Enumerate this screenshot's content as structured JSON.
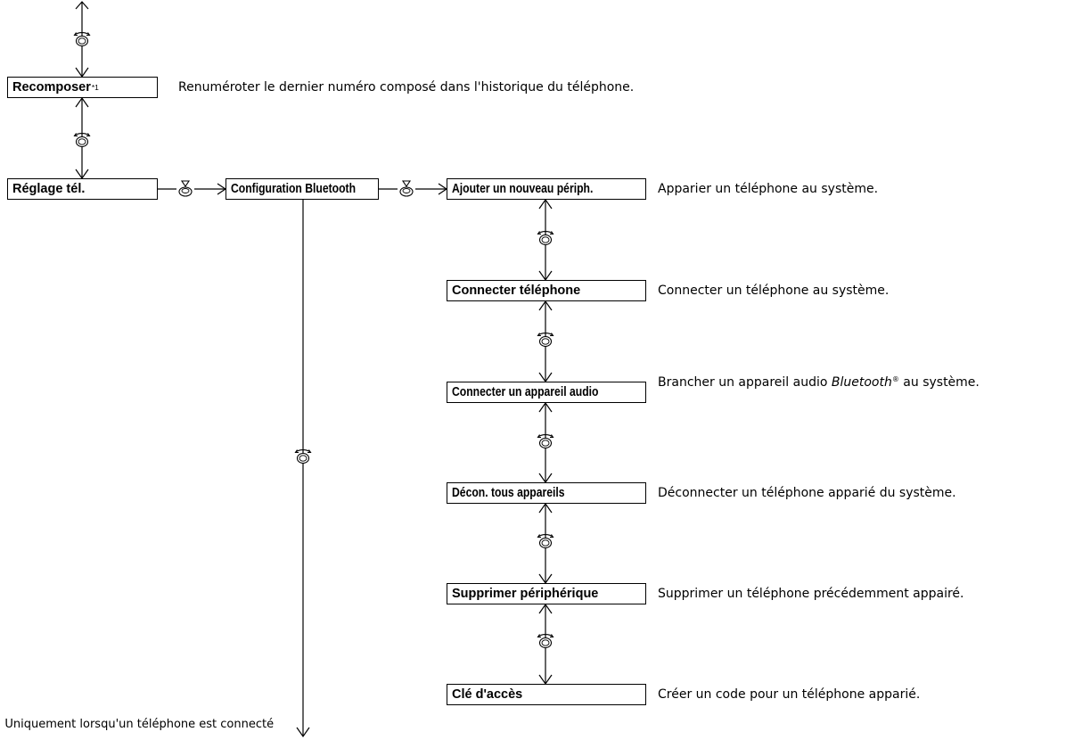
{
  "menu": {
    "recomposer": {
      "label": "Recomposer",
      "footnote_marker": "*1",
      "description": "Renuméroter le dernier numéro composé dans l'historique du téléphone."
    },
    "reglage_tel": {
      "label": "Réglage tél."
    },
    "config_bluetooth": {
      "label": "Configuration Bluetooth"
    },
    "ajouter": {
      "label": "Ajouter un nouveau périph.",
      "description": "Apparier un téléphone au système."
    },
    "connecter_tel": {
      "label": "Connecter téléphone",
      "description": "Connecter un téléphone au système."
    },
    "connecter_audio": {
      "label": "Connecter un appareil audio",
      "description_pre": "Brancher un appareil audio ",
      "description_italic": "Bluetooth",
      "description_reg": "®",
      "description_post": " au système."
    },
    "decon": {
      "label": "Décon. tous appareils",
      "description": "Déconnecter un téléphone apparié du système."
    },
    "supprimer": {
      "label": "Supprimer périphérique",
      "description": "Supprimer un téléphone précédemment appairé."
    },
    "cle": {
      "label": "Clé d'accès",
      "description": "Créer un code pour un téléphone apparié."
    }
  },
  "footnote": "*1 : Uniquement lorsqu'un téléphone est connecté",
  "icons": {
    "rotate": "interface-dial-rotate-icon",
    "press": "interface-dial-press-icon"
  }
}
